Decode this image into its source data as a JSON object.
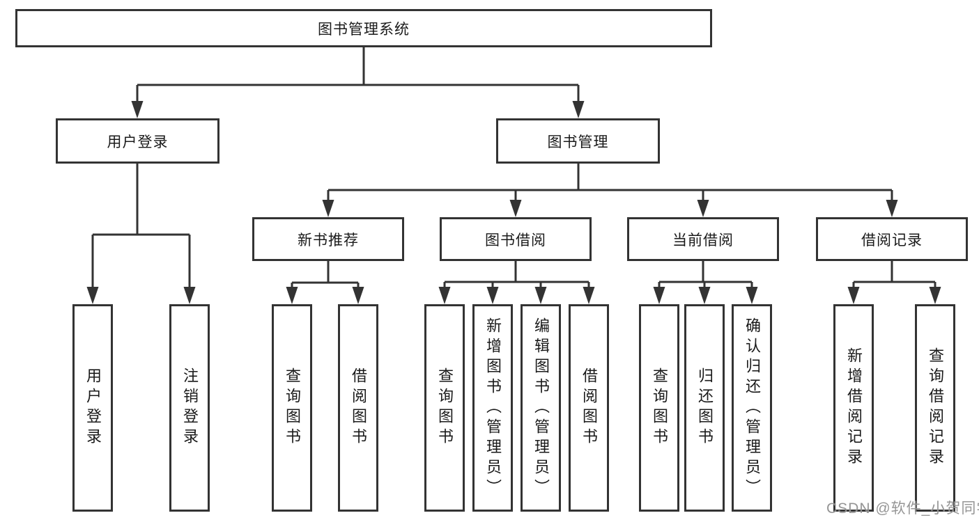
{
  "colors": {
    "line": "#333333",
    "box_border": "#333333",
    "box_fill": "#ffffff",
    "text": "#1a1a1a",
    "watermark": "#8c8c8c"
  },
  "nodes": {
    "root": {
      "label": "图书管理系统"
    },
    "level2": [
      {
        "label": "用户登录"
      },
      {
        "label": "图书管理"
      }
    ],
    "level3": [
      {
        "label": "新书推荐"
      },
      {
        "label": "图书借阅"
      },
      {
        "label": "当前借阅"
      },
      {
        "label": "借阅记录"
      }
    ],
    "leaves": {
      "login": [
        {
          "label": "用户登录"
        },
        {
          "label": "注销登录"
        }
      ],
      "recommend": [
        {
          "label": "查询图书"
        },
        {
          "label": "借阅图书"
        }
      ],
      "borrow": [
        {
          "label": "查询图书"
        },
        {
          "label": "新增图书（管理员）"
        },
        {
          "label": "编辑图书（管理员）"
        },
        {
          "label": "借阅图书"
        }
      ],
      "current": [
        {
          "label": "查询图书"
        },
        {
          "label": "归还图书"
        },
        {
          "label": "确认归还（管理员）"
        }
      ],
      "records": [
        {
          "label": "新增借阅记录"
        },
        {
          "label": "查询借阅记录"
        }
      ]
    }
  },
  "watermark": {
    "text": "CSDN @软件_小贺同学"
  }
}
